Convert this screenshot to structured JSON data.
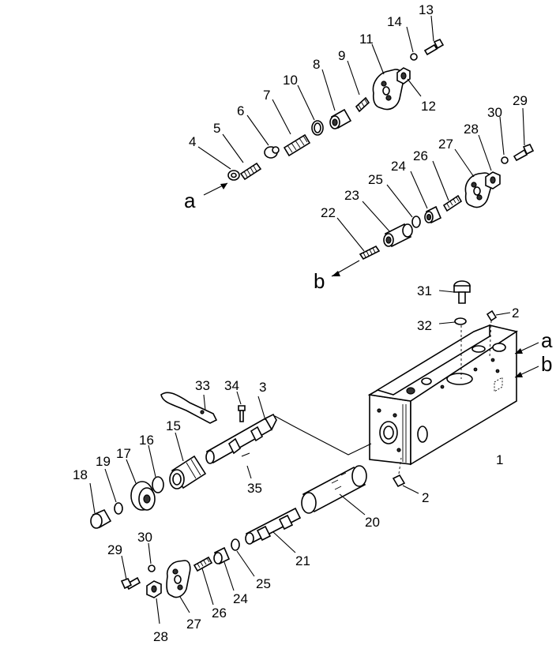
{
  "labels": {
    "n1": "1",
    "n2a": "2",
    "n2b": "2",
    "n3": "3",
    "n4": "4",
    "n5": "5",
    "n6": "6",
    "n7": "7",
    "n8": "8",
    "n9": "9",
    "n10": "10",
    "n11": "11",
    "n12": "12",
    "n13": "13",
    "n14": "14",
    "n15": "15",
    "n16": "16",
    "n17": "17",
    "n18": "18",
    "n19": "19",
    "n20": "20",
    "n21": "21",
    "n22": "22",
    "n23": "23",
    "n24a": "24",
    "n24b": "24",
    "n25a": "25",
    "n25b": "25",
    "n26a": "26",
    "n26b": "26",
    "n27a": "27",
    "n27b": "27",
    "n28a": "28",
    "n28b": "28",
    "n29a": "29",
    "n29b": "29",
    "n30a": "30",
    "n30b": "30",
    "n31": "31",
    "n32": "32",
    "n33": "33",
    "n34": "34",
    "n35": "35"
  },
  "refs": {
    "a_top": "a",
    "b_top": "b",
    "a_body": "a",
    "b_body": "b"
  }
}
